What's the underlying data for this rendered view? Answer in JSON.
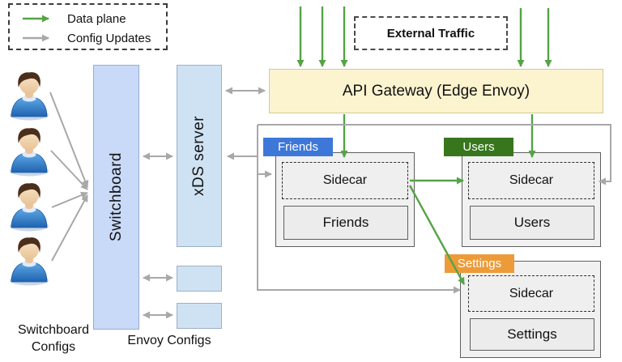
{
  "legend": {
    "items": [
      {
        "label": "Data plane",
        "color": "#55a346"
      },
      {
        "label": "Config Updates",
        "color": "#a8a8a8"
      }
    ]
  },
  "external_traffic": {
    "label": "External Traffic"
  },
  "api_gateway": {
    "label": "API Gateway (Edge Envoy)",
    "fill": "#fcf3cf"
  },
  "control_plane": {
    "switchboard": {
      "label": "Switchboard",
      "fill": "#c9daf8"
    },
    "xds_server": {
      "label": "xDS server",
      "fill": "#cfe2f3"
    }
  },
  "services": [
    {
      "tag": "Friends",
      "tag_color": "#3d78d8",
      "sidecar_label": "Sidecar",
      "service_label": "Friends"
    },
    {
      "tag": "Users",
      "tag_color": "#38761d",
      "sidecar_label": "Sidecar",
      "service_label": "Users"
    },
    {
      "tag": "Settings",
      "tag_color": "#ed9b38",
      "sidecar_label": "Sidecar",
      "service_label": "Settings"
    }
  ],
  "captions": {
    "switchboard_configs": "Switchboard Configs",
    "envoy_configs": "Envoy Configs"
  },
  "colors": {
    "data_plane_arrow": "#55a346",
    "config_update_arrow": "#a8a8a8",
    "card_fill": "#f1f1f1",
    "gateway_fill": "#fcf3cf",
    "switchboard_fill": "#c9daf8",
    "xds_fill": "#cfe2f3"
  }
}
